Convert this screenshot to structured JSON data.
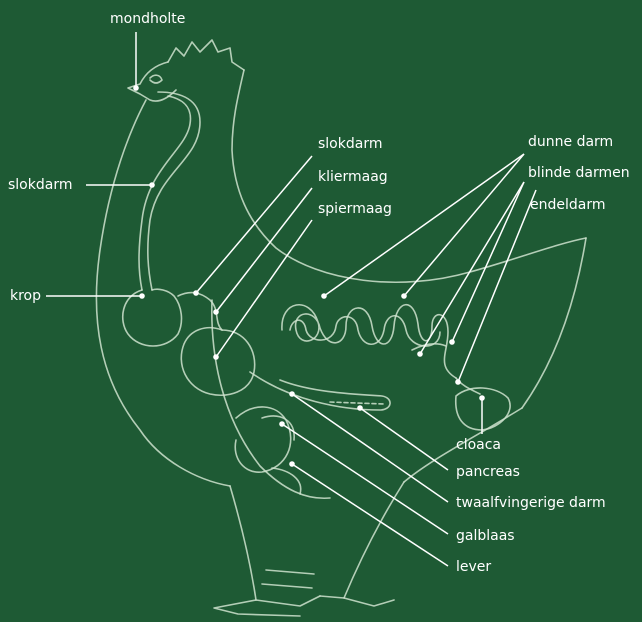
{
  "labels": {
    "mondholte": "mondholte",
    "slokdarm_left": "slokdarm",
    "krop": "krop",
    "slokdarm_mid": "slokdarm",
    "kliermaag": "kliermaag",
    "spiermaag": "spiermaag",
    "dunne_darm": "dunne darm",
    "blinde_darmen": "blinde darmen",
    "endeldarm": "endeldarm",
    "cloaca": "cloaca",
    "pancreas": "pancreas",
    "twaalfvingerige_darm": "twaalfvingerige darm",
    "galblaas": "galblaas",
    "lever": "lever"
  },
  "colors": {
    "background": "#1e5a34",
    "outline": "#cfe3cf",
    "text": "#ffffff"
  }
}
